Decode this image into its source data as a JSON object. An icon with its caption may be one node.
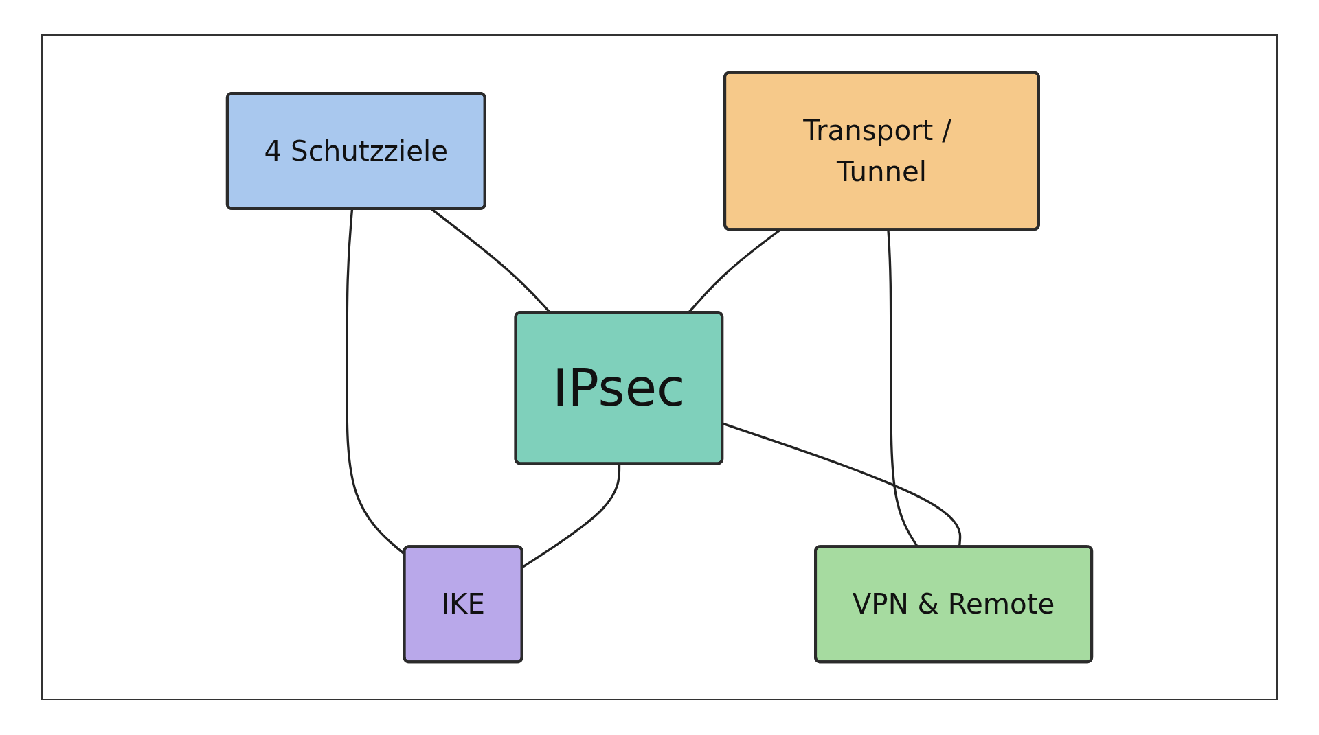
{
  "diagram": {
    "nodes": [
      {
        "text": [
          "4 Schutzziele"
        ]
      },
      {
        "text": [
          "Transport / Tunnel"
        ]
      },
      {
        "text": [
          "IPsec"
        ]
      },
      {
        "text": [
          "IKE"
        ]
      },
      {
        "text": [
          "VPN & Remote"
        ]
      }
    ],
    "edges": [
      {
        "from": 0,
        "to": 2,
        "arrow": "none"
      },
      {
        "from": 0,
        "to": 3,
        "arrow": "none"
      },
      {
        "from": 2,
        "to": 3,
        "arrow": "none"
      },
      {
        "from": 1,
        "to": 2,
        "arrow": "none"
      },
      {
        "from": 1,
        "to": 4,
        "arrow": "none"
      },
      {
        "from": 2,
        "to": 4,
        "arrow": "none"
      }
    ]
  }
}
